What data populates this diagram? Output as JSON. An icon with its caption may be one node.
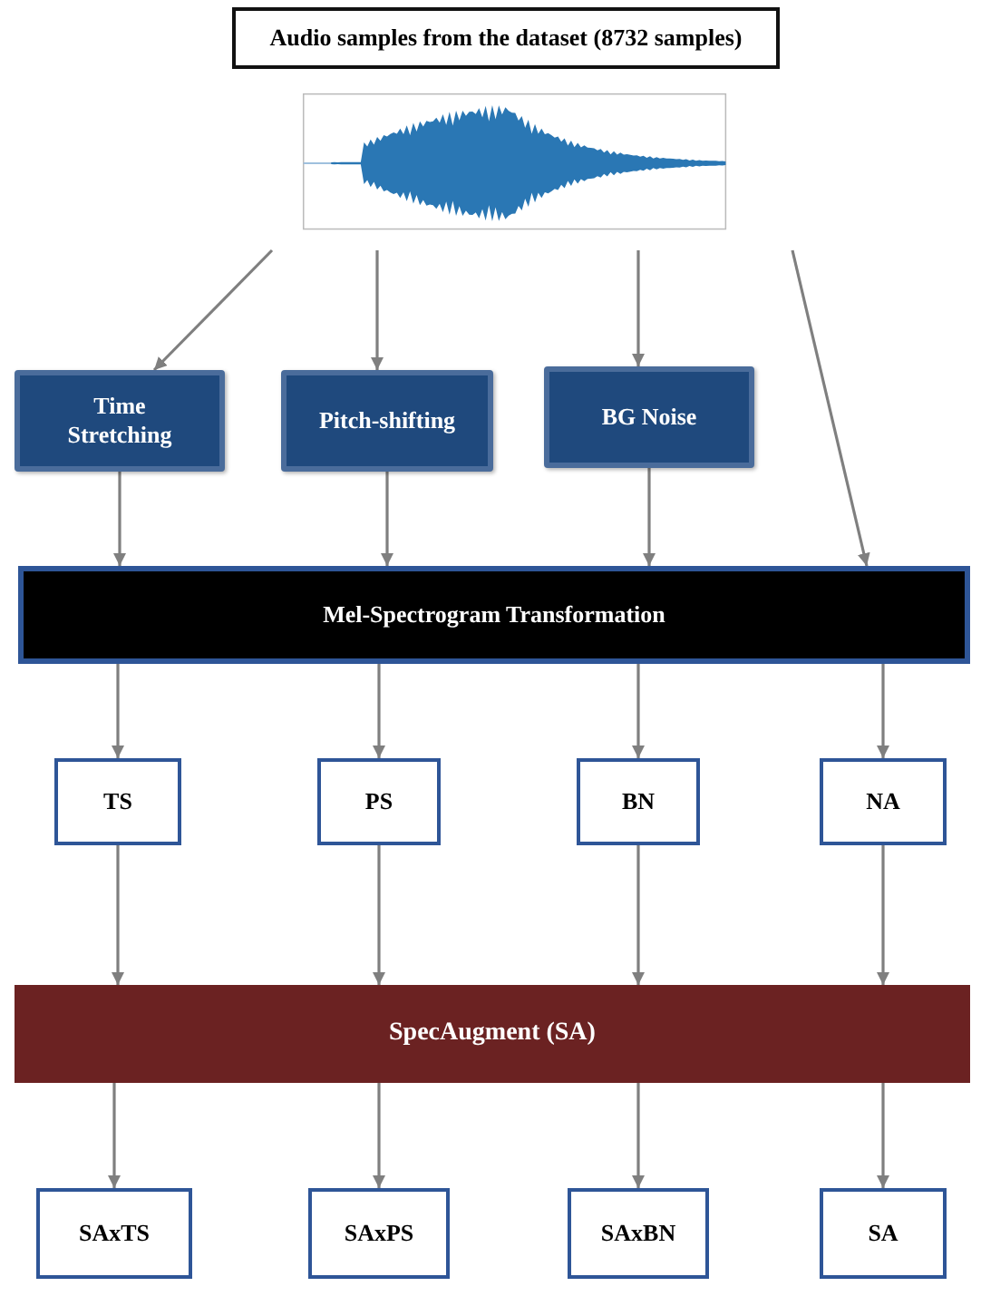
{
  "diagram": {
    "nodes": [
      {
        "text": [
          "Audio samples from the dataset (8732 samples)"
        ]
      },
      {
        "text": [],
        "shape": "picture"
      },
      {
        "text": [
          "Time Stretching"
        ]
      },
      {
        "text": [
          "Pitch-shifting"
        ]
      },
      {
        "text": [
          "BG Noise"
        ]
      },
      {
        "text": [
          "Mel-Spectrogram Transformation"
        ]
      },
      {
        "text": [
          "TS"
        ]
      },
      {
        "text": [
          "PS"
        ]
      },
      {
        "text": [
          "BN"
        ]
      },
      {
        "text": [
          "NA"
        ]
      },
      {
        "text": [
          "SpecAugment (SA)"
        ]
      },
      {
        "text": [
          "SAxTS"
        ]
      },
      {
        "text": [
          "SAxPS"
        ]
      },
      {
        "text": [
          "SAxBN"
        ]
      },
      {
        "text": [
          "SA"
        ]
      }
    ],
    "edges": [
      {
        "from": 1,
        "to": 2,
        "arrow": "to"
      },
      {
        "from": 1,
        "to": 3,
        "arrow": "to"
      },
      {
        "from": 1,
        "to": 4,
        "arrow": "to"
      },
      {
        "from": 1,
        "to": 5,
        "arrow": "to"
      },
      {
        "from": 2,
        "to": 5,
        "arrow": "to"
      },
      {
        "from": 3,
        "to": 5,
        "arrow": "to"
      },
      {
        "from": 4,
        "to": 5,
        "arrow": "to"
      },
      {
        "from": 5,
        "to": 6,
        "arrow": "to"
      },
      {
        "from": 5,
        "to": 7,
        "arrow": "to"
      },
      {
        "from": 5,
        "to": 8,
        "arrow": "to"
      },
      {
        "from": 5,
        "to": 9,
        "arrow": "to"
      },
      {
        "from": 6,
        "to": 10,
        "arrow": "to"
      },
      {
        "from": 7,
        "to": 10,
        "arrow": "to"
      },
      {
        "from": 8,
        "to": 10,
        "arrow": "to"
      },
      {
        "from": 9,
        "to": 10,
        "arrow": "to"
      },
      {
        "from": 10,
        "to": 11,
        "arrow": "to"
      },
      {
        "from": 10,
        "to": 12,
        "arrow": "to"
      },
      {
        "from": 10,
        "to": 13,
        "arrow": "to"
      },
      {
        "from": 10,
        "to": 14,
        "arrow": "to"
      }
    ]
  }
}
